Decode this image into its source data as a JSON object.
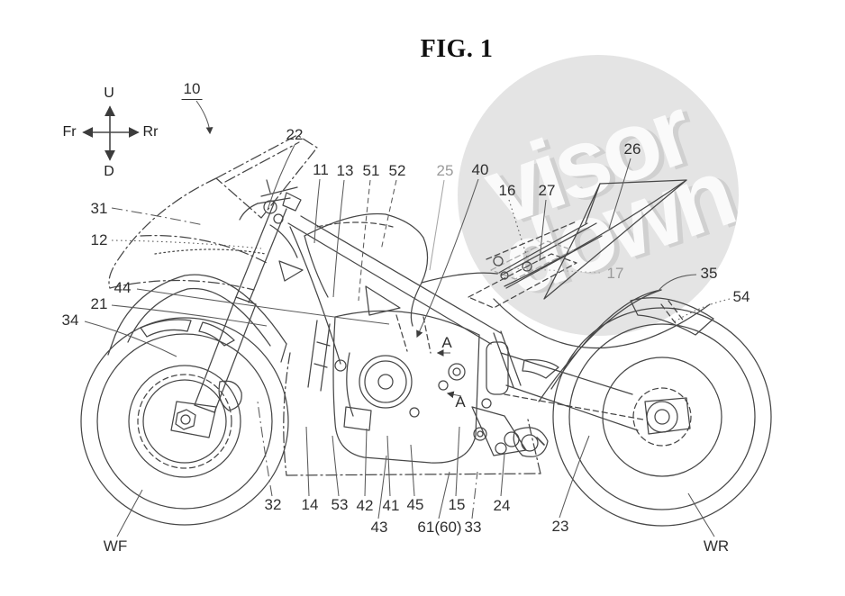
{
  "figure_title": "FIG. 1",
  "watermark": {
    "line1": "visor",
    "line2": "down"
  },
  "orientation": {
    "up": "U",
    "down": "D",
    "front": "Fr",
    "rear": "Rr"
  },
  "colors": {
    "ink": "#474747",
    "grey_part": "#a6a6a6",
    "grey_label": "#9b9b9b",
    "watermark_bg": "#e4e4e4",
    "watermark_text": "#fafafa"
  },
  "labels": [
    {
      "text": "10"
    },
    {
      "text": "22"
    },
    {
      "text": "11"
    },
    {
      "text": "13"
    },
    {
      "text": "51"
    },
    {
      "text": "52"
    },
    {
      "text": "25"
    },
    {
      "text": "40"
    },
    {
      "text": "16"
    },
    {
      "text": "27"
    },
    {
      "text": "26"
    },
    {
      "text": "31"
    },
    {
      "text": "12"
    },
    {
      "text": "44"
    },
    {
      "text": "21"
    },
    {
      "text": "34"
    },
    {
      "text": "17"
    },
    {
      "text": "35"
    },
    {
      "text": "54"
    },
    {
      "text": "32"
    },
    {
      "text": "14"
    },
    {
      "text": "53"
    },
    {
      "text": "42"
    },
    {
      "text": "41"
    },
    {
      "text": "45"
    },
    {
      "text": "15"
    },
    {
      "text": "24"
    },
    {
      "text": "43"
    },
    {
      "text": "61(60)"
    },
    {
      "text": "33"
    },
    {
      "text": "23"
    },
    {
      "text": "WF"
    },
    {
      "text": "WR"
    },
    {
      "text": "A"
    },
    {
      "text": "A"
    }
  ]
}
